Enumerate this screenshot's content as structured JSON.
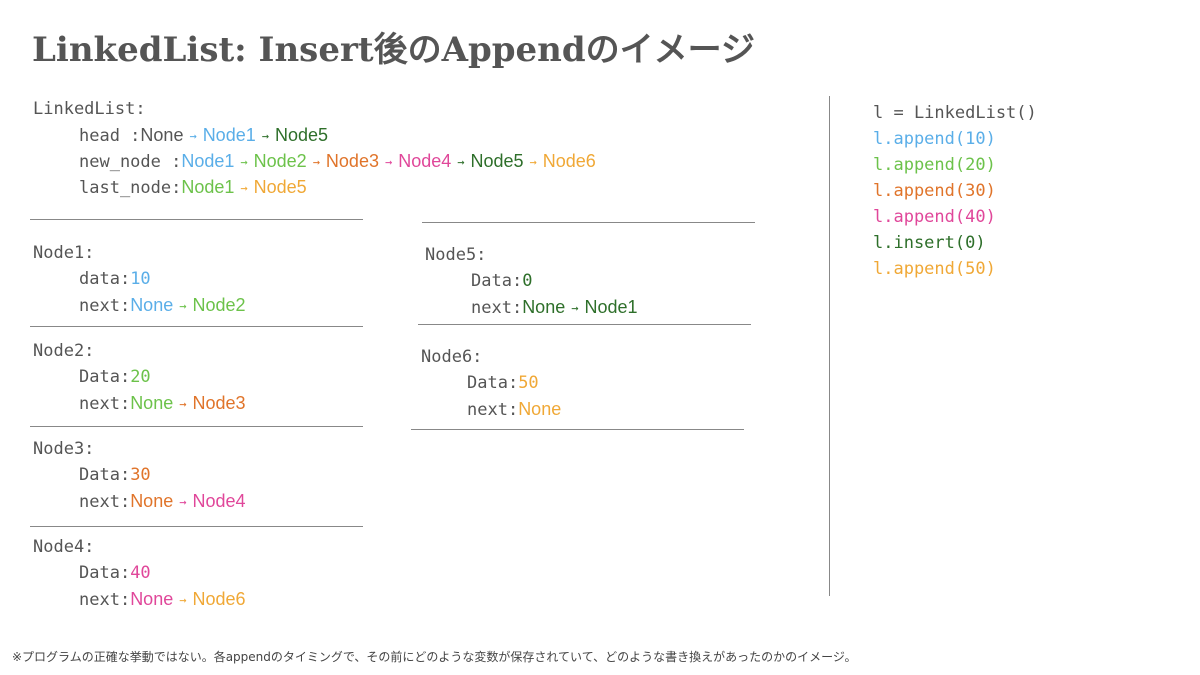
{
  "title": "LinkedList: Insert後のAppendのイメージ",
  "colors": {
    "blue": "#5aaee8",
    "light_green": "#6cc24a",
    "orange": "#e0742a",
    "pink": "#e0479a",
    "dark_green": "#2e6f2a",
    "gold": "#f0a836",
    "gray": "#555555"
  },
  "arrow_glyph": "→",
  "linkedlist": {
    "label": "LinkedList:",
    "head": {
      "label": "head     :",
      "chain": [
        "None",
        "Node1",
        "Node5"
      ]
    },
    "new_node": {
      "label": "new_node :",
      "chain": [
        "Node1",
        "Node2",
        "Node3",
        "Node4",
        "Node5",
        "Node6"
      ]
    },
    "last_node": {
      "label": "last_node:",
      "chain": [
        "Node1",
        "Node5"
      ]
    }
  },
  "nodes": {
    "node1": {
      "label": "Node1:",
      "data_label": "data:",
      "data": "10",
      "next_label": "next:",
      "next_from": "None",
      "next_to": "Node2"
    },
    "node2": {
      "label": "Node2:",
      "data_label": "Data:",
      "data": "20",
      "next_label": "next:",
      "next_from": "None",
      "next_to": "Node3"
    },
    "node3": {
      "label": "Node3:",
      "data_label": "Data:",
      "data": "30",
      "next_label": "next:",
      "next_from": "None",
      "next_to": "Node4"
    },
    "node4": {
      "label": "Node4:",
      "data_label": "Data:",
      "data": "40",
      "next_label": "next:",
      "next_from": "None",
      "next_to": "Node6"
    },
    "node5": {
      "label": "Node5:",
      "data_label": "Data:",
      "data": "0",
      "next_label": "next:",
      "next_from": "None",
      "next_to": "Node1"
    },
    "node6": {
      "label": "Node6:",
      "data_label": "Data:",
      "data": "50",
      "next_label": "next:",
      "next_from": "None"
    }
  },
  "code": [
    "l = LinkedList()",
    "l.append(10)",
    "l.append(20)",
    "l.append(30)",
    "l.append(40)",
    "l.insert(0)",
    "l.append(50)"
  ],
  "footnote": "※プログラムの正確な挙動ではない。各appendのタイミングで、その前にどのような変数が保存されていて、どのような書き換えがあったのかのイメージ。"
}
